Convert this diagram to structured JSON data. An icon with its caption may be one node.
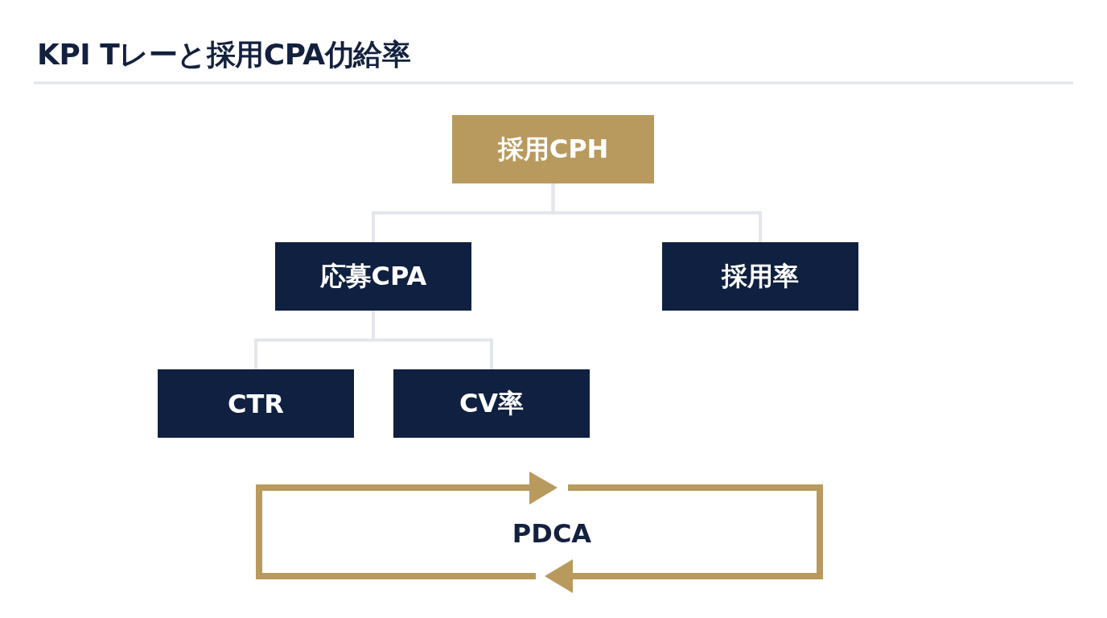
{
  "diagram": {
    "title": "KPI Tレーと採用CPA仂給率",
    "nodes": [
      {
        "text": [
          "採用CPH"
        ]
      },
      {
        "text": [
          "応募CPA"
        ]
      },
      {
        "text": [
          "採用率"
        ]
      },
      {
        "text": [
          "CTR"
        ]
      },
      {
        "text": [
          "CV率"
        ]
      }
    ],
    "edges": [
      {
        "from": 0,
        "to": 1,
        "arrow": "none"
      },
      {
        "from": 0,
        "to": 2,
        "arrow": "none"
      },
      {
        "from": 1,
        "to": 3,
        "arrow": "none"
      },
      {
        "from": 1,
        "to": 4,
        "arrow": "none"
      }
    ],
    "labels": [
      "PDCA"
    ]
  }
}
